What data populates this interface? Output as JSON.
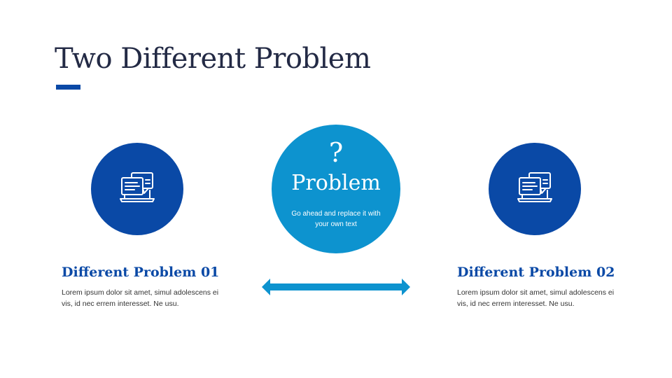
{
  "slide": {
    "title": "Two Different Problem",
    "center": {
      "symbol": "?",
      "heading": "Problem",
      "text": "Go ahead and replace it with your own text"
    },
    "problems": [
      {
        "title": "Different Problem 01",
        "text": "Lorem ipsum dolor sit amet, simul adolescens ei vis, id nec errem interesset. Ne usu.",
        "icon": "chat-laptop-icon"
      },
      {
        "title": "Different Problem 02",
        "text": "Lorem ipsum dolor sit amet, simul adolescens ei vis, id nec errem interesset. Ne usu.",
        "icon": "chat-laptop-icon"
      }
    ],
    "connector_icon": "double-arrow-icon"
  },
  "colors": {
    "title": "#232a45",
    "accent_dark": "#0a49a6",
    "accent_light": "#0d93cf",
    "body_text": "#333333"
  }
}
